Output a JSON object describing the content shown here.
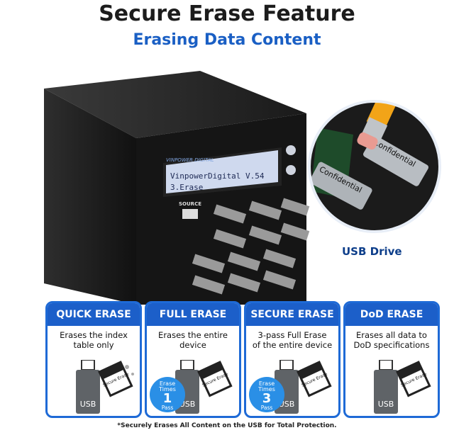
{
  "title": "Secure Erase Feature",
  "subtitle": "Erasing Data Content",
  "device": {
    "brand": "VINPOWER DIGITAL",
    "lcd_line1": "VinpowerDigital  V.54",
    "lcd_line2": "3.Erase",
    "source_label": "SOURCE",
    "drive_label": "Confidential"
  },
  "zoom_label": "USB Drive",
  "cards": [
    {
      "title": "QUICK ERASE",
      "desc1": "Erases the index",
      "desc2": "table only",
      "usb": "USB",
      "badge": null
    },
    {
      "title": "FULL ERASE",
      "desc1": "Erases the entire",
      "desc2": "device",
      "usb": "USB",
      "badge": {
        "line1": "Erase",
        "line2": "Times",
        "num": "1",
        "line3": "Pass"
      }
    },
    {
      "title": "SECURE ERASE",
      "desc1": "3-pass Full Erase",
      "desc2": "of the entire device",
      "usb": "USB",
      "badge": {
        "line1": "Erase",
        "line2": "Times",
        "num": "3",
        "line3": "Pass"
      }
    },
    {
      "title": "DoD ERASE",
      "desc1": "Erases all data to",
      "desc2": "DoD specifications",
      "usb": "USB",
      "badge": null
    }
  ],
  "eraser_text": "Secure Erase",
  "footnote": "*Securely Erases All Content on the USB for Total Protection.",
  "colors": {
    "accent": "#1c5fc9",
    "badge": "#2a8fe6"
  }
}
